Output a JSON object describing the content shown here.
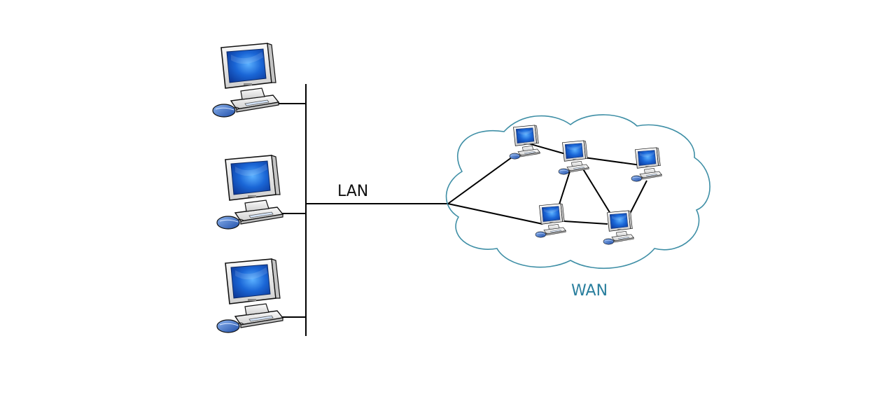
{
  "labels": {
    "lan": "LAN",
    "wan": "WAN"
  },
  "lan_computers": [
    "computer",
    "computer",
    "computer"
  ],
  "wan_computers": [
    "computer",
    "computer",
    "computer",
    "computer",
    "computer"
  ],
  "links": [
    [
      "wan-pc-1",
      "wan-pc-2"
    ],
    [
      "wan-pc-2",
      "wan-pc-3"
    ],
    [
      "wan-pc-2",
      "wan-pc-4"
    ],
    [
      "wan-pc-2",
      "wan-pc-5"
    ],
    [
      "wan-pc-3",
      "wan-pc-5"
    ],
    [
      "wan-pc-4",
      "wan-pc-5"
    ]
  ],
  "icons": {
    "computer": "desktop-computer-icon"
  },
  "colors": {
    "line": "#000000",
    "cloud_stroke": "#3f8fa6",
    "wan_label": "#2a7f9e",
    "screen": "#1a5fd0",
    "case": "#e8e8e8",
    "mouse": "#3a6fc9"
  }
}
